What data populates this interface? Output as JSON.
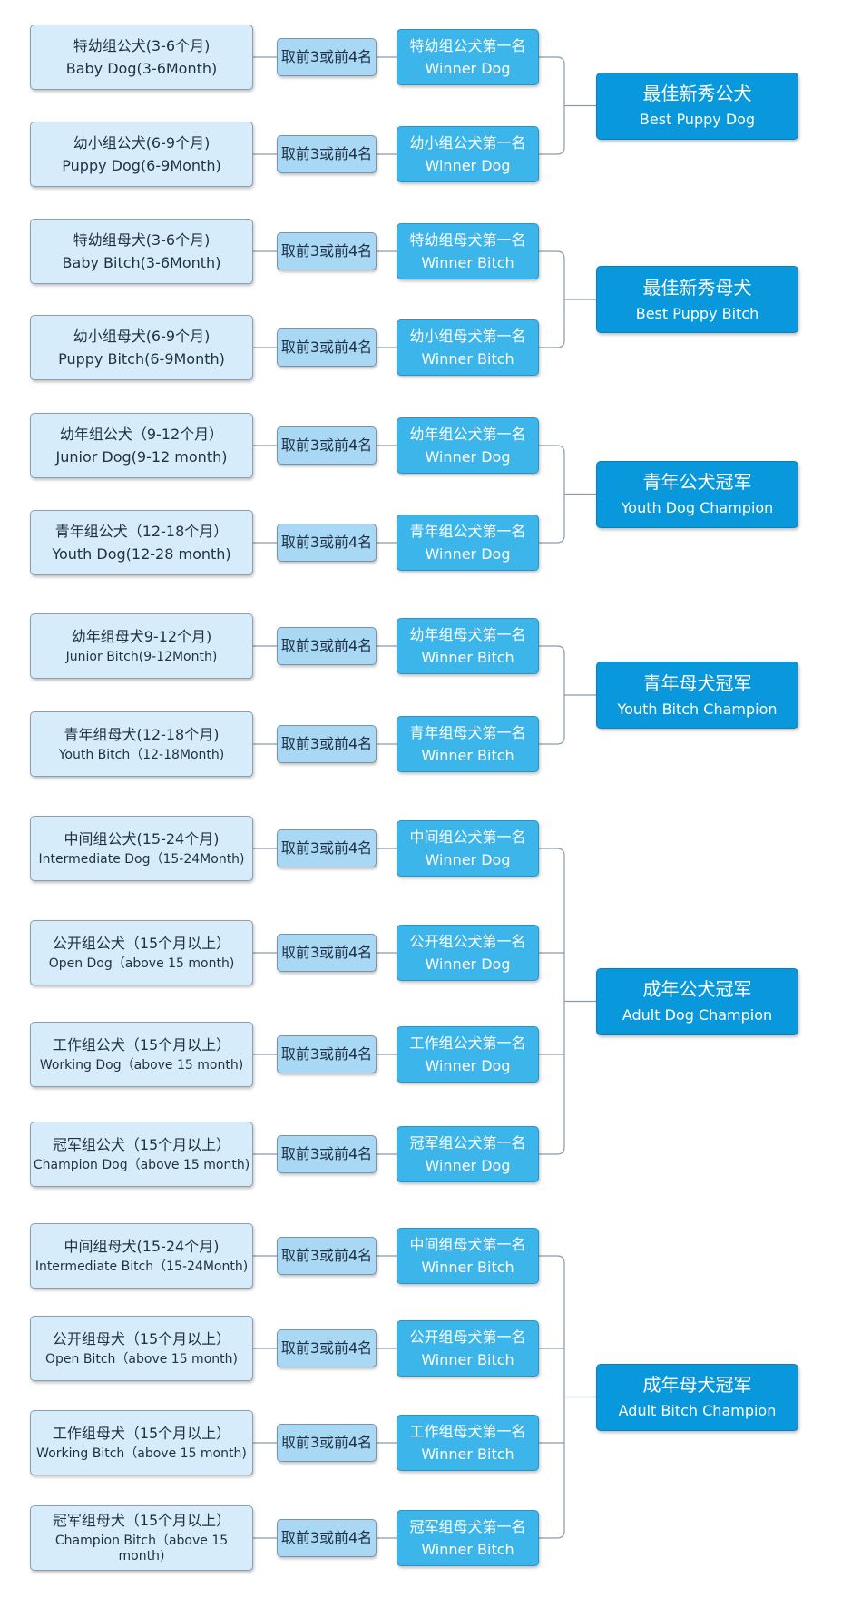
{
  "colors": {
    "class_box": "#d6ecfa",
    "select_box": "#a9d8f5",
    "winner_box": "#3cb5ea",
    "award_box": "#0a98dc",
    "connector": "#8a9aa8"
  },
  "groups": [
    {
      "award": {
        "zh": "最佳新秀公犬",
        "en": "Best Puppy Dog"
      },
      "rows": [
        {
          "cls_zh": "特幼组公犬(3-6个月)",
          "cls_en": "Baby Dog(3-6Month)",
          "select": "取前3或前4名",
          "win_zh": "特幼组公犬第一名",
          "win_en": "Winner Dog"
        },
        {
          "cls_zh": "幼小组公犬(6-9个月)",
          "cls_en": "Puppy Dog(6-9Month)",
          "select": "取前3或前4名",
          "win_zh": "幼小组公犬第一名",
          "win_en": "Winner Dog"
        }
      ]
    },
    {
      "award": {
        "zh": "最佳新秀母犬",
        "en": "Best Puppy Bitch"
      },
      "rows": [
        {
          "cls_zh": "特幼组母犬(3-6个月)",
          "cls_en": "Baby Bitch(3-6Month)",
          "select": "取前3或前4名",
          "win_zh": "特幼组母犬第一名",
          "win_en": "Winner Bitch"
        },
        {
          "cls_zh": "幼小组母犬(6-9个月)",
          "cls_en": "Puppy Bitch(6-9Month)",
          "select": "取前3或前4名",
          "win_zh": "幼小组母犬第一名",
          "win_en": "Winner Bitch"
        }
      ]
    },
    {
      "award": {
        "zh": "青年公犬冠军",
        "en": "Youth Dog Champion"
      },
      "rows": [
        {
          "cls_zh": "幼年组公犬（9-12个月）",
          "cls_en": "Junior Dog(9-12 month)",
          "select": "取前3或前4名",
          "win_zh": "幼年组公犬第一名",
          "win_en": "Winner Dog"
        },
        {
          "cls_zh": "青年组公犬（12-18个月）",
          "cls_en": "Youth Dog(12-28 month)",
          "select": "取前3或前4名",
          "win_zh": "青年组公犬第一名",
          "win_en": "Winner Dog"
        }
      ]
    },
    {
      "award": {
        "zh": "青年母犬冠军",
        "en": "Youth Bitch Champion"
      },
      "rows": [
        {
          "cls_zh": "幼年组母犬9-12个月)",
          "cls_en": "Junior Bitch(9-12Month)",
          "select": "取前3或前4名",
          "win_zh": "幼年组母犬第一名",
          "win_en": "Winner Bitch"
        },
        {
          "cls_zh": "青年组母犬(12-18个月)",
          "cls_en": "Youth Bitch（12-18Month)",
          "select": "取前3或前4名",
          "win_zh": "青年组母犬第一名",
          "win_en": "Winner Bitch"
        }
      ]
    },
    {
      "award": {
        "zh": "成年公犬冠军",
        "en": "Adult Dog Champion"
      },
      "rows": [
        {
          "cls_zh": "中间组公犬(15-24个月)",
          "cls_en": "Intermediate Dog（15-24Month)",
          "select": "取前3或前4名",
          "win_zh": "中间组公犬第一名",
          "win_en": "Winner Dog"
        },
        {
          "cls_zh": "公开组公犬（15个月以上）",
          "cls_en": "Open Dog（above 15 month)",
          "select": "取前3或前4名",
          "win_zh": "公开组公犬第一名",
          "win_en": "Winner Dog"
        },
        {
          "cls_zh": "工作组公犬（15个月以上）",
          "cls_en": "Working Dog（above 15 month)",
          "select": "取前3或前4名",
          "win_zh": "工作组公犬第一名",
          "win_en": "Winner Dog"
        },
        {
          "cls_zh": "冠军组公犬（15个月以上）",
          "cls_en": "Champion Dog（above 15 month)",
          "select": "取前3或前4名",
          "win_zh": "冠军组公犬第一名",
          "win_en": "Winner Dog"
        }
      ]
    },
    {
      "award": {
        "zh": "成年母犬冠军",
        "en": "Adult Bitch Champion"
      },
      "rows": [
        {
          "cls_zh": "中间组母犬(15-24个月)",
          "cls_en": "Intermediate Bitch（15-24Month)",
          "select": "取前3或前4名",
          "win_zh": "中间组母犬第一名",
          "win_en": "Winner Bitch"
        },
        {
          "cls_zh": "公开组母犬（15个月以上）",
          "cls_en": "Open Bitch（above 15 month)",
          "select": "取前3或前4名",
          "win_zh": "公开组母犬第一名",
          "win_en": "Winner Bitch"
        },
        {
          "cls_zh": "工作组母犬（15个月以上）",
          "cls_en": "Working Bitch（above 15 month)",
          "select": "取前3或前4名",
          "win_zh": "工作组母犬第一名",
          "win_en": "Winner Bitch"
        },
        {
          "cls_zh": "冠军组母犬（15个月以上）",
          "cls_en": "Champion Bitch（above 15 month)",
          "select": "取前3或前4名",
          "win_zh": "冠军组母犬第一名",
          "win_en": "Winner Bitch"
        }
      ]
    }
  ]
}
